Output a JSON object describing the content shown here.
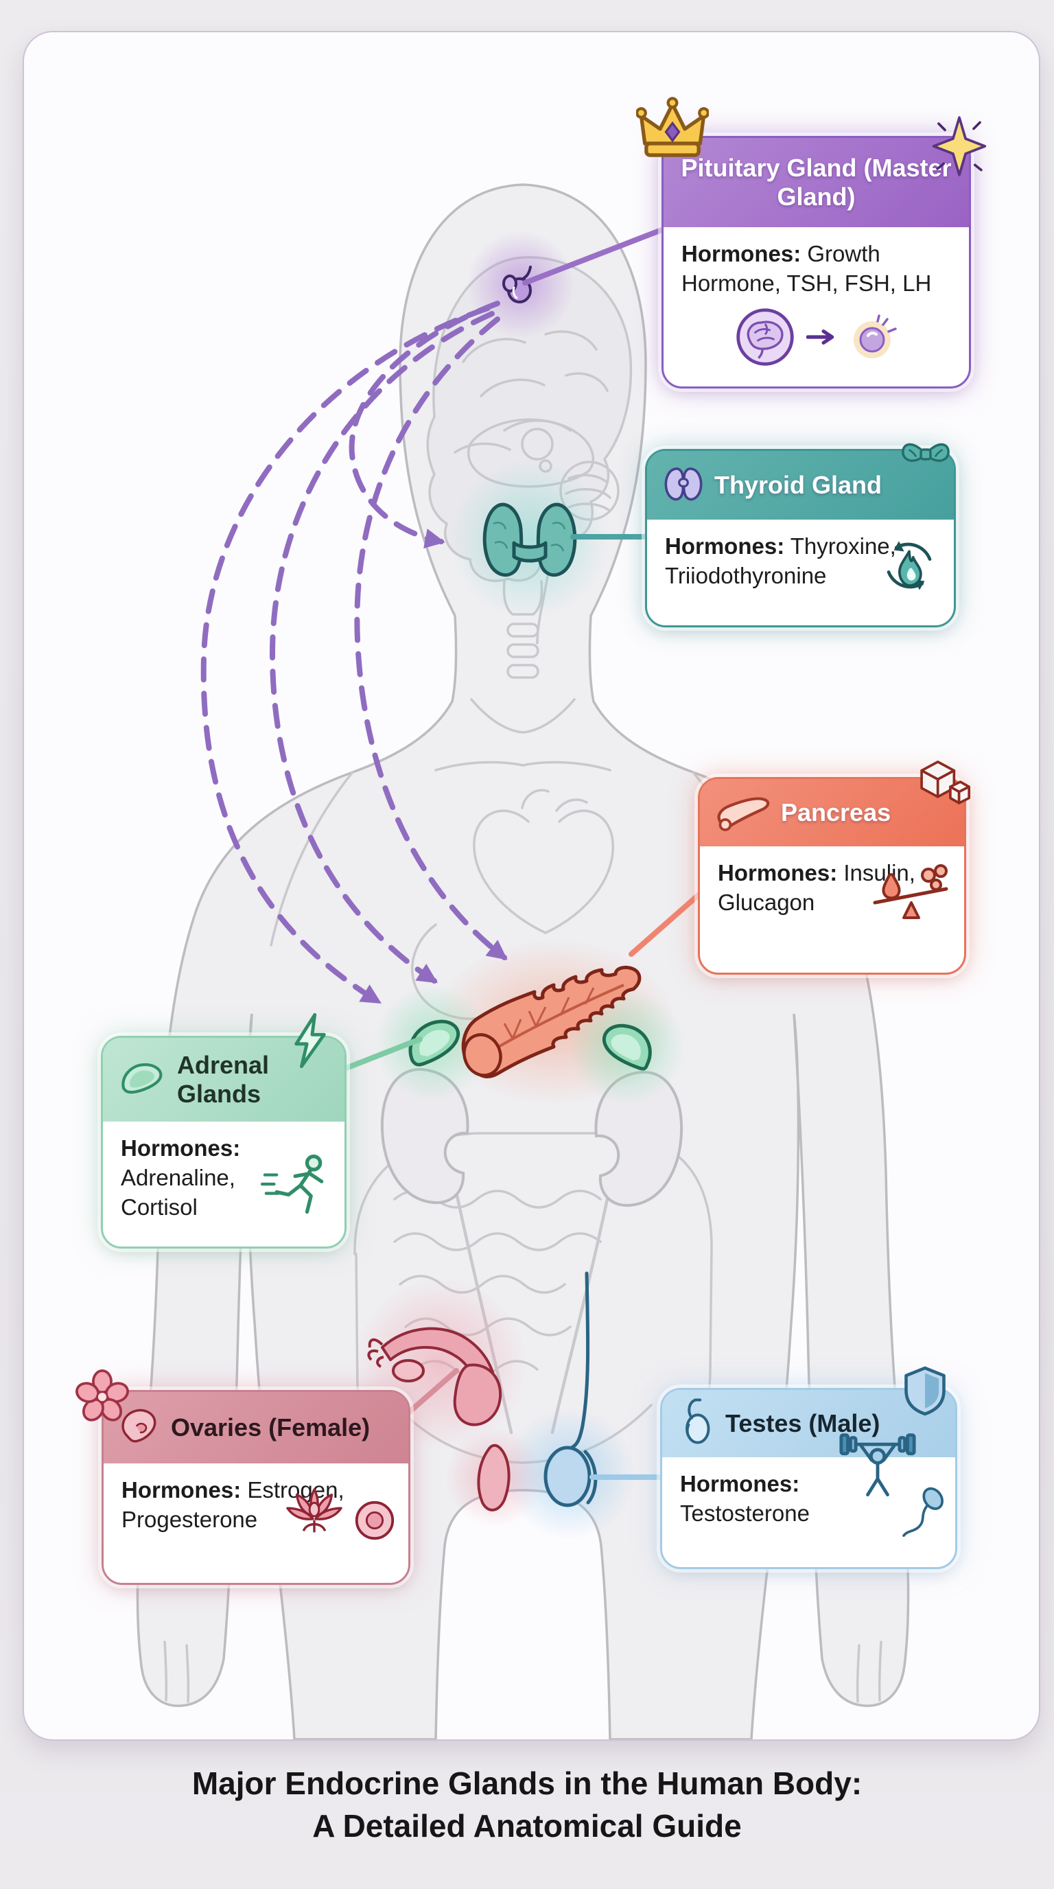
{
  "caption": {
    "line1": "Major Endocrine Glands in the Human Body:",
    "line2": "A Detailed Anatomical Guide"
  },
  "hormones_label": "Hormones:",
  "boxes": {
    "pituitary": {
      "title": "Pituitary Gland (Master Gland)",
      "hormones": "Growth Hormone, TSH, FSH, LH",
      "header1": "#b287d4",
      "header2": "#9a63c4",
      "border": "#8a5ec2",
      "glow": "rgba(160,108,201,0.50)",
      "title_color": "#ffffff",
      "decor_icons": [
        "crown-icon",
        "sparkle-icon"
      ],
      "content_icons": [
        "brain-circle-icon",
        "arrow-icon",
        "hormone-dot-icon"
      ]
    },
    "thyroid": {
      "title": "Thyroid Gland",
      "hormones": "Thyroxine, Triiodothyronine",
      "header1": "#63b3ae",
      "header2": "#47a09e",
      "border": "#3f9795",
      "glow": "rgba(78,165,163,0.45)",
      "title_color": "#ffffff",
      "decor_icons": [
        "bow-icon"
      ],
      "content_icons": [
        "metabolism-flame-icon"
      ]
    },
    "pancreas": {
      "title": "Pancreas",
      "hormones": "Insulin, Glucagon",
      "header1": "#f2917c",
      "header2": "#ec7257",
      "border": "#e7735b",
      "glow": "rgba(239,128,105,0.50)",
      "title_color": "#ffffff",
      "decor_icons": [
        "sugar-cubes-icon"
      ],
      "content_icons": [
        "glucose-balance-icon"
      ]
    },
    "adrenal": {
      "title": "Adrenal Glands",
      "hormones": "Adrenaline, Cortisol",
      "header1": "#bfe6d2",
      "header2": "#9fd6bd",
      "border": "#90d0b1",
      "glow": "rgba(144,208,177,0.55)",
      "title_color": "#20332b",
      "decor_icons": [
        "lightning-icon"
      ],
      "content_icons": [
        "runner-icon"
      ]
    },
    "ovaries": {
      "title": "Ovaries (Female)",
      "hormones": "Estrogen, Progesterone",
      "header1": "#dd9faa",
      "header2": "#cf8492",
      "border": "#c8808f",
      "glow": "rgba(215,143,157,0.55)",
      "title_color": "#2d181d",
      "decor_icons": [
        "blossom-icon"
      ],
      "content_icons": [
        "lotus-icon",
        "egg-cell-icon"
      ]
    },
    "testes": {
      "title": "Testes (Male)",
      "hormones": "Testosterone",
      "header1": "#c3e0f2",
      "header2": "#a9cfe9",
      "border": "#a2cbe7",
      "glow": "rgba(162,203,231,0.60)",
      "title_color": "#17262f",
      "decor_icons": [
        "shield-icon"
      ],
      "content_icons": [
        "weightlifter-icon",
        "sperm-icon"
      ]
    }
  },
  "figure": {
    "silhouette_fill": "#efeef1",
    "silhouette_stroke": "#bcbbc0",
    "faint_organ_stroke": "#c9c8cd",
    "arrow_color": "#8f6cc0",
    "organ_colors": {
      "pituitary": "#bb9bdd",
      "pituitary_dark": "#3d2866",
      "thyroid": "#6fbcb2",
      "thyroid_dark": "#1d5457",
      "pancreas": "#f29b82",
      "pancreas_dark": "#7e2418",
      "adrenal": "#97dcb8",
      "adrenal_dark": "#1f6b50",
      "female": "#eba6b2",
      "female_dark": "#92293a",
      "male": "#bcd9f0",
      "male_dark": "#2a6484"
    }
  }
}
